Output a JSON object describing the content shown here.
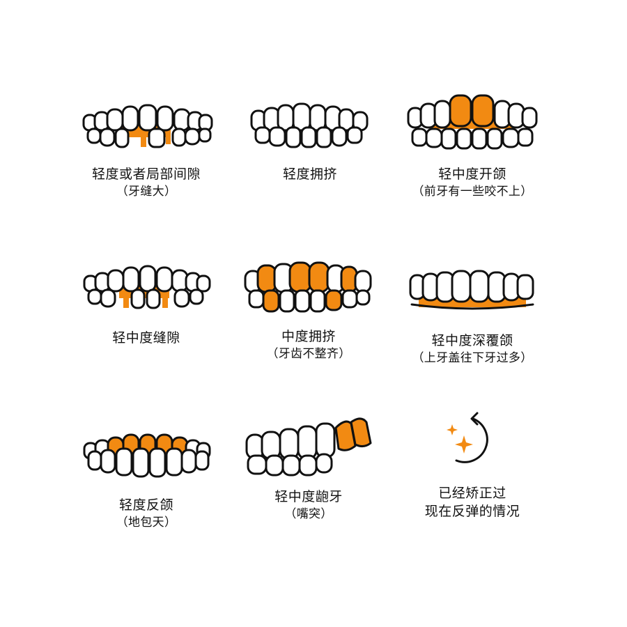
{
  "accent_color": "#f28a12",
  "items": [
    {
      "icon": "teeth-gaps-icon",
      "title": "轻度或者局部间隙",
      "subtitle": "（牙缝大）"
    },
    {
      "icon": "teeth-crowding-icon",
      "title": "轻度拥挤",
      "subtitle": ""
    },
    {
      "icon": "teeth-open-bite-icon",
      "title": "轻中度开颌",
      "subtitle": "（前牙有一些咬不上）"
    },
    {
      "icon": "teeth-spacing-icon",
      "title": "轻中度缝隙",
      "subtitle": ""
    },
    {
      "icon": "teeth-moderate-crowding-icon",
      "title": "中度拥挤",
      "subtitle": "（牙齿不整齐）"
    },
    {
      "icon": "teeth-deep-bite-icon",
      "title": "轻中度深覆颌",
      "subtitle": "（上牙盖往下牙过多）"
    },
    {
      "icon": "teeth-underbite-icon",
      "title": "轻度反颌",
      "subtitle": "（地包天）"
    },
    {
      "icon": "teeth-protrusion-icon",
      "title": "轻中度龅牙",
      "subtitle": "（嘴突）"
    },
    {
      "icon": "relapse-sparkle-icon",
      "title": "已经矫正过",
      "subtitle": "现在反弹的情况"
    }
  ]
}
